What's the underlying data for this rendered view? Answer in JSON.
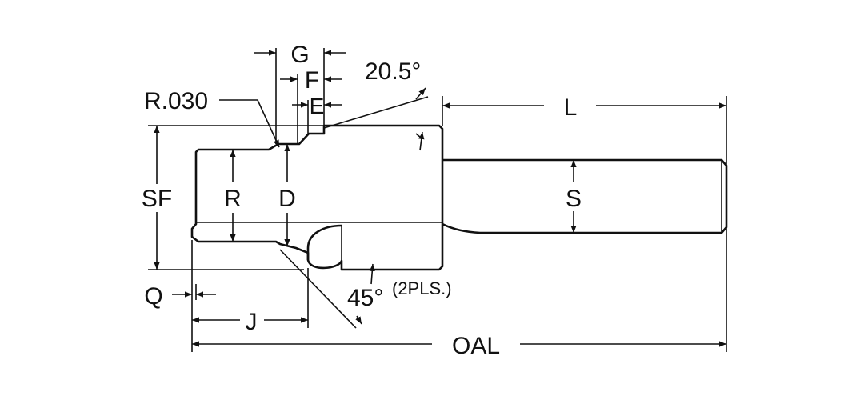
{
  "diagram": {
    "labels": {
      "g": "G",
      "f": "F",
      "e": "E",
      "angle_top": "20.5°",
      "radius": "R.030",
      "l": "L",
      "sf": "SF",
      "r": "R",
      "d": "D",
      "s": "S",
      "q": "Q",
      "j": "J",
      "angle_bottom": "45°",
      "angle_bottom_note": "(2PLS.)",
      "oal": "OAL"
    }
  }
}
